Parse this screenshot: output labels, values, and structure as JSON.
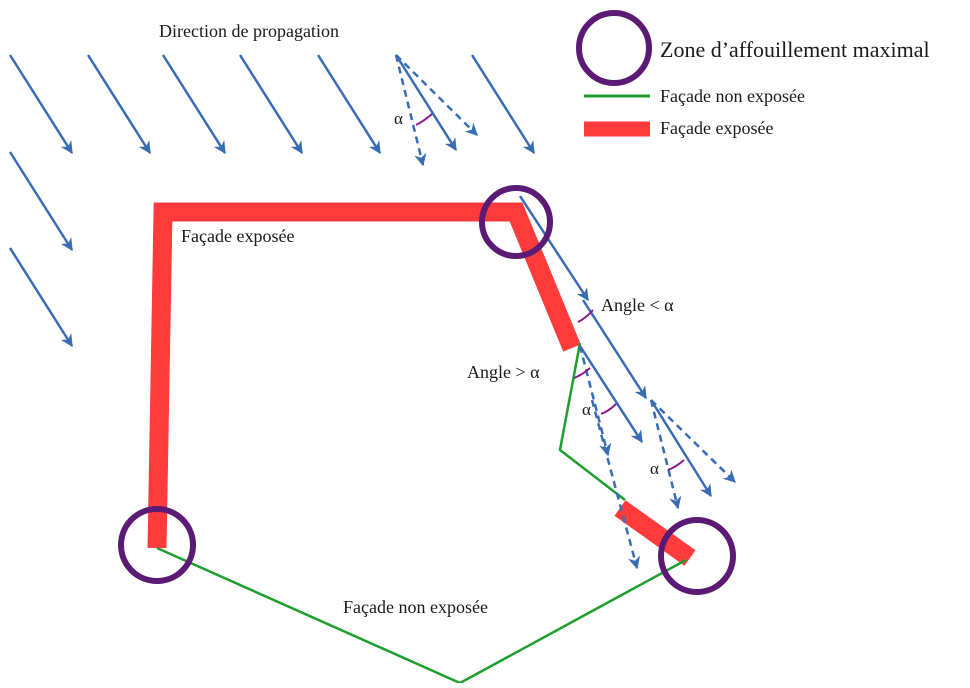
{
  "labels": {
    "direction": "Direction de propagation",
    "facade_exposee_top": "Façade exposée",
    "facade_non_exposee_bottom": "Façade non exposée",
    "angle_less": "Angle < α",
    "angle_greater": "Angle > α",
    "alpha": "α"
  },
  "legend": {
    "zone": "Zone d’affouillement maximal",
    "non_exposee": "Façade non exposée",
    "exposee": "Façade exposée"
  },
  "colors": {
    "exposed": "#ff3b3b",
    "non_exposed": "#1e9e2e",
    "arrow": "#3a6cb5",
    "circle": "#5b1a73",
    "alpha_arc": "#8b1a8b"
  }
}
